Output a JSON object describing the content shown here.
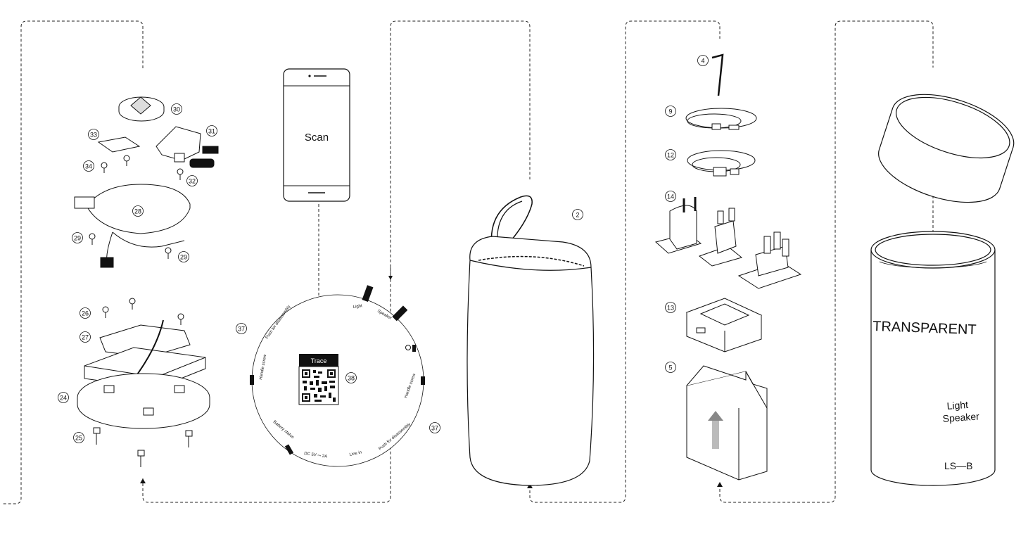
{
  "phone": {
    "scan_label": "Scan"
  },
  "qr": {
    "trace_label": "Trace"
  },
  "ring": {
    "light": "Light",
    "speaker": "Speaker",
    "handle_screw_right": "Handle screw",
    "handle_screw_left": "Handle screw",
    "push_disassembly_right": "Push for disassembly",
    "push_disassembly_left": "Push for disassembly",
    "line_in": "Line in",
    "dc": "DC 5V ⎓ 2A",
    "battery": "Battery status"
  },
  "box": {
    "brand": "TRANSPARENT",
    "product_line1": "Light",
    "product_line2": "Speaker",
    "model": "LS—B"
  },
  "callouts": [
    {
      "id": "c30",
      "num": "30"
    },
    {
      "id": "c31",
      "num": "31"
    },
    {
      "id": "c33",
      "num": "33"
    },
    {
      "id": "c34",
      "num": "34"
    },
    {
      "id": "c32",
      "num": "32"
    },
    {
      "id": "c28",
      "num": "28"
    },
    {
      "id": "c29a",
      "num": "29"
    },
    {
      "id": "c29b",
      "num": "29"
    },
    {
      "id": "c26",
      "num": "26"
    },
    {
      "id": "c27",
      "num": "27"
    },
    {
      "id": "c24",
      "num": "24"
    },
    {
      "id": "c25",
      "num": "25"
    },
    {
      "id": "c37a",
      "num": "37"
    },
    {
      "id": "c37b",
      "num": "37"
    },
    {
      "id": "c38",
      "num": "38"
    },
    {
      "id": "c2",
      "num": "2"
    },
    {
      "id": "c4",
      "num": "4"
    },
    {
      "id": "c9",
      "num": "9"
    },
    {
      "id": "c12",
      "num": "12"
    },
    {
      "id": "c14",
      "num": "14"
    },
    {
      "id": "c13",
      "num": "13"
    },
    {
      "id": "c5",
      "num": "5"
    }
  ]
}
